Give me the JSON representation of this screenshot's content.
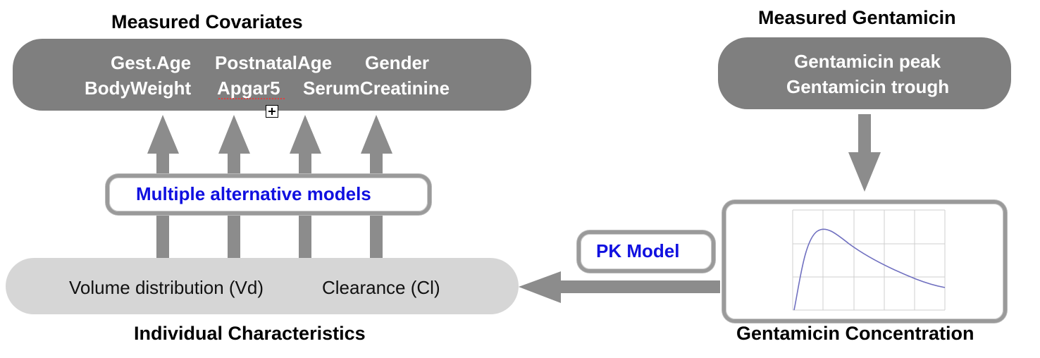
{
  "covariates": {
    "title": "Measured Covariates",
    "row1": [
      "Gest.Age",
      "PostnatalAge",
      "Gender"
    ],
    "row2": [
      "BodyWeight",
      "Apgar5",
      "SerumCreatinine"
    ]
  },
  "gentamicin": {
    "title": "Measured Gentamicin",
    "lines": [
      "Gentamicin peak",
      "Gentamicin trough"
    ]
  },
  "models_label": "Multiple alternative models",
  "pk_label": "PK Model",
  "characteristics": {
    "title": "Individual Characteristics",
    "items": [
      "Volume distribution (Vd)",
      "Clearance (Cl)"
    ]
  },
  "concentration": {
    "title": "Gentamicin Concentration"
  },
  "colors": {
    "dark_pill": "#7f7f7f",
    "light_pill": "#d6d6d6",
    "arrow": "#8c8c8c",
    "accent_text": "#1010e0",
    "curve": "#7070c0"
  }
}
